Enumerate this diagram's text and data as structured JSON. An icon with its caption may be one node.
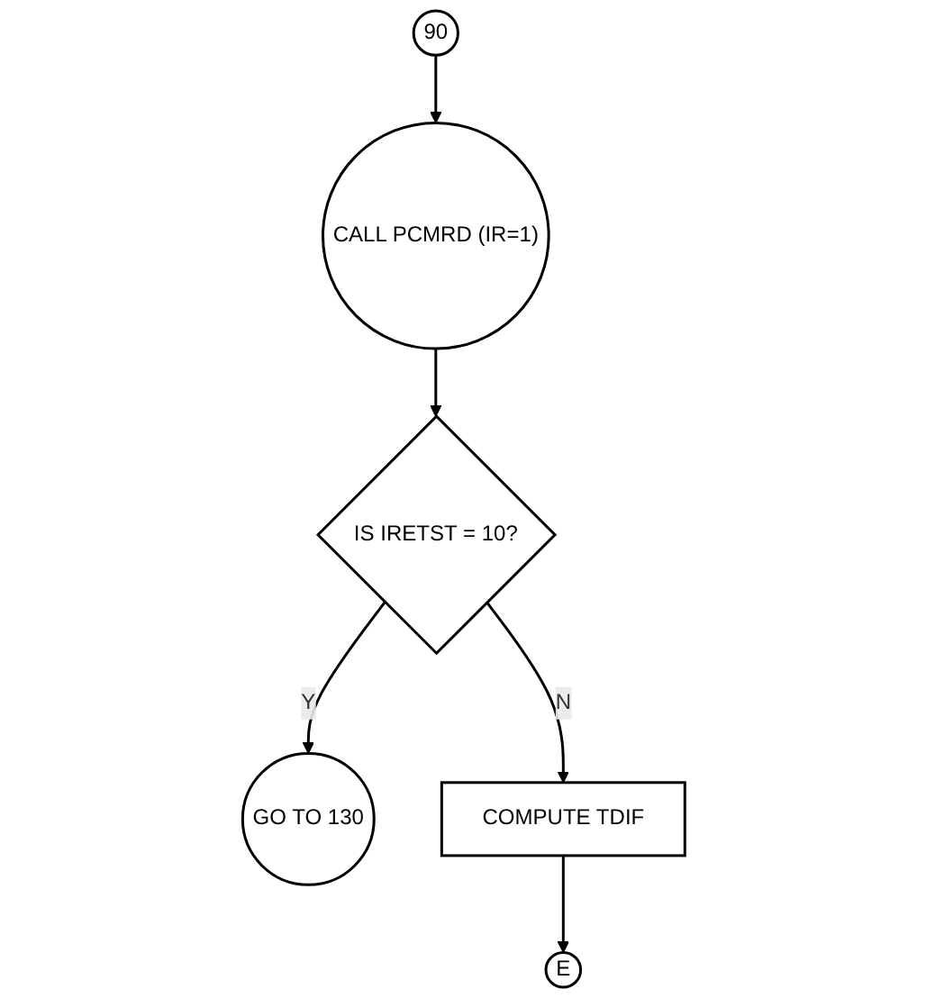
{
  "diagram": {
    "nodes": [
      {
        "text": [
          "90"
        ]
      },
      {
        "text": [
          "CALL PCMRD (IR=1)"
        ]
      },
      {
        "text": [
          "IS IRETST = 10?"
        ]
      },
      {
        "text": [
          "GO TO 130"
        ]
      },
      {
        "text": [
          "COMPUTE TDIF"
        ]
      },
      {
        "text": [
          "E"
        ]
      }
    ],
    "edges": [
      {
        "from": 0,
        "to": 1,
        "arrow": "to"
      },
      {
        "from": 1,
        "to": 2,
        "arrow": "to"
      },
      {
        "from": 2,
        "to": 3,
        "arrow": "to",
        "label": "Y"
      },
      {
        "from": 2,
        "to": 4,
        "arrow": "to",
        "label": "N"
      },
      {
        "from": 4,
        "to": 5,
        "arrow": "to"
      }
    ]
  }
}
